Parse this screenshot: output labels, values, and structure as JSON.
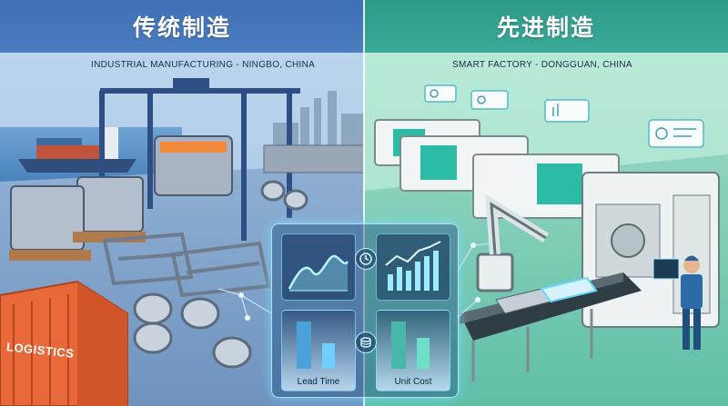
{
  "banner": {
    "left_title": "传统制造",
    "right_title": "先进制造"
  },
  "subtitles": {
    "left": "INDUSTRIAL MANUFACTURING - NINGBO, CHINA",
    "right": "SMART FACTORY - DONGGUAN, CHINA"
  },
  "container_label": "LOGISTICS",
  "metrics": [
    {
      "label": "Lead Time",
      "icon": "clock-icon"
    },
    {
      "label": "Unit Cost",
      "icon": "coins-icon"
    }
  ],
  "colors": {
    "left_banner": "#4577bb",
    "right_banner": "#35a594",
    "panel_glow": "#78dcff",
    "container": "#e8683a"
  }
}
